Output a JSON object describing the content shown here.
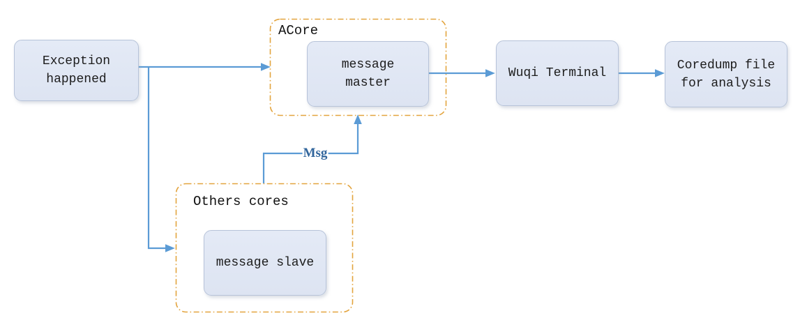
{
  "diagram": {
    "containers": [
      {
        "id": "acore",
        "label": "ACore"
      },
      {
        "id": "others",
        "label": "Others cores"
      }
    ],
    "nodes": [
      {
        "id": "exception",
        "label": "Exception\nhappened"
      },
      {
        "id": "message-master",
        "label": "message\nmaster"
      },
      {
        "id": "wuqi-terminal",
        "label": "Wuqi Terminal"
      },
      {
        "id": "coredump-file",
        "label": "Coredump file\nfor analysis"
      },
      {
        "id": "message-slave",
        "label": "message slave"
      }
    ],
    "edges": [
      {
        "from": "exception",
        "to": "acore / message master",
        "label": ""
      },
      {
        "from": "exception",
        "to": "others cores / message slave",
        "label": ""
      },
      {
        "from": "message-master",
        "to": "wuqi-terminal",
        "label": ""
      },
      {
        "from": "wuqi-terminal",
        "to": "coredump-file",
        "label": ""
      },
      {
        "from": "others-cores",
        "to": "acore",
        "label": "Msg"
      }
    ],
    "colors": {
      "arrow": "#5B9BD5",
      "container_border": "#E3A43E",
      "node_fill": "#DDE4F2",
      "node_border": "#B7C3D9",
      "edge_label_text": "#31659C"
    }
  }
}
